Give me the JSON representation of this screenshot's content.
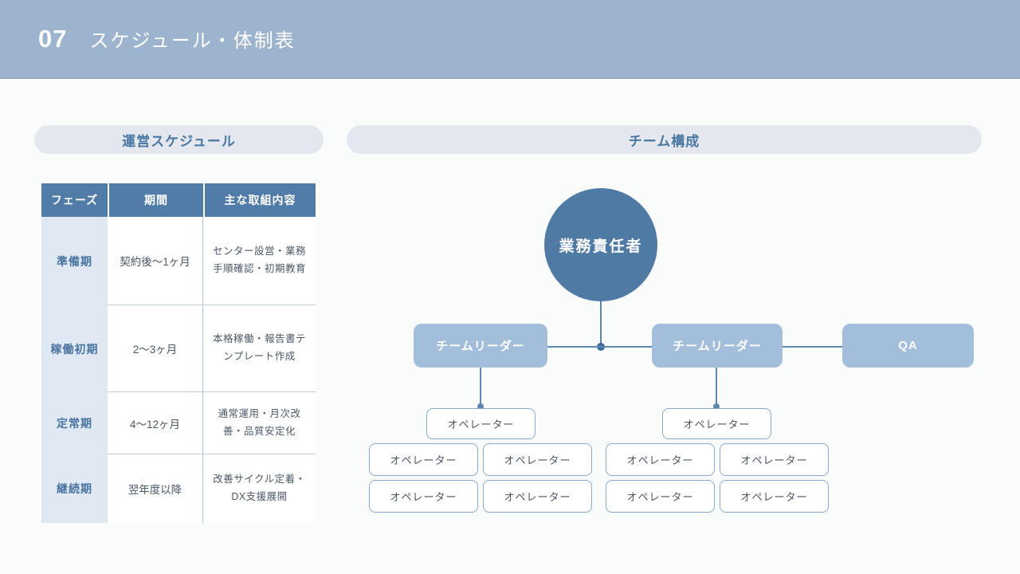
{
  "header": {
    "number": "07",
    "title": "スケジュール・体制表"
  },
  "schedule": {
    "title": "運営スケジュール",
    "table": {
      "columns": [
        "フェーズ",
        "期間",
        "主な取組内容"
      ],
      "rows": [
        {
          "phase": "準備期",
          "period": "契約後〜1ヶ月",
          "content": "センター設営・業務手順確認・初期教育"
        },
        {
          "phase": "稼働初期",
          "period": "2〜3ヶ月",
          "content": "本格稼働・報告書テンプレート作成"
        },
        {
          "phase": "定常期",
          "period": "4〜12ヶ月",
          "content": "通常運用・月次改善・品質安定化"
        },
        {
          "phase": "継続期",
          "period": "翌年度以降",
          "content": "改善サイクル定着・DX支援展開"
        }
      ]
    }
  },
  "team": {
    "title": "チーム構成",
    "root": "業務責任者",
    "leader_left": "チームリーダー",
    "leader_right": "チームリーダー",
    "qa": "QA",
    "groups": [
      {
        "lead": "オペレーター",
        "operators": [
          "オペレーター",
          "オペレーター",
          "オペレーター",
          "オペレーター"
        ]
      },
      {
        "lead": "オペレーター",
        "operators": [
          "オペレーター",
          "オペレーター",
          "オペレーター",
          "オペレーター"
        ]
      }
    ]
  },
  "colors": {
    "header_bar": "#9cb4ce",
    "table_header": "#527ca8",
    "phase_column_bg": "#dfe8f3",
    "pill_bg": "#e4e8ee",
    "pill_text": "#4a77a3",
    "manager_circle": "#4e7aa4",
    "leader_box": "#a3bedb",
    "operator_border": "#86abce",
    "connector": "#5e87b0",
    "body_text": "#4b5866"
  }
}
